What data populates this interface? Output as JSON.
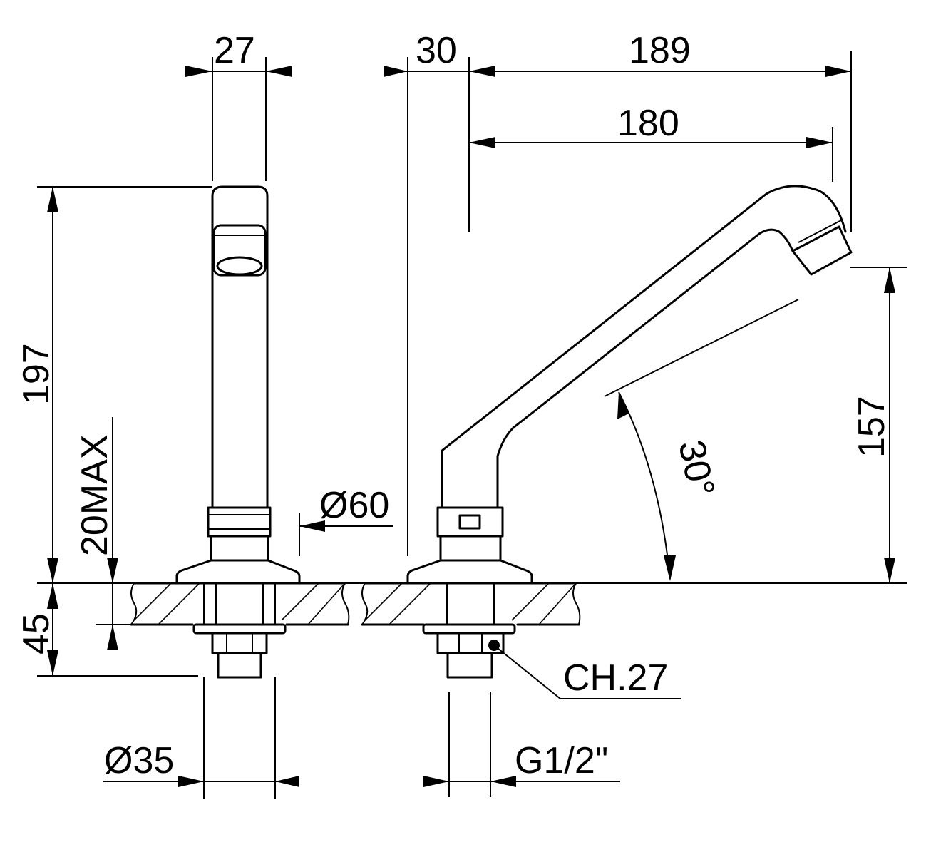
{
  "dimensions": {
    "front_width": "27",
    "side_offset": "30",
    "spout_reach_total": "189",
    "spout_reach": "180",
    "height": "197",
    "deck_thickness_max": "20MAX",
    "base_diameter": "Ø60",
    "shank_length": "45",
    "shank_diameter": "Ø35",
    "thread": "G1/2\"",
    "nut_size": "CH.27",
    "outlet_height": "157",
    "spout_angle": "30°"
  }
}
